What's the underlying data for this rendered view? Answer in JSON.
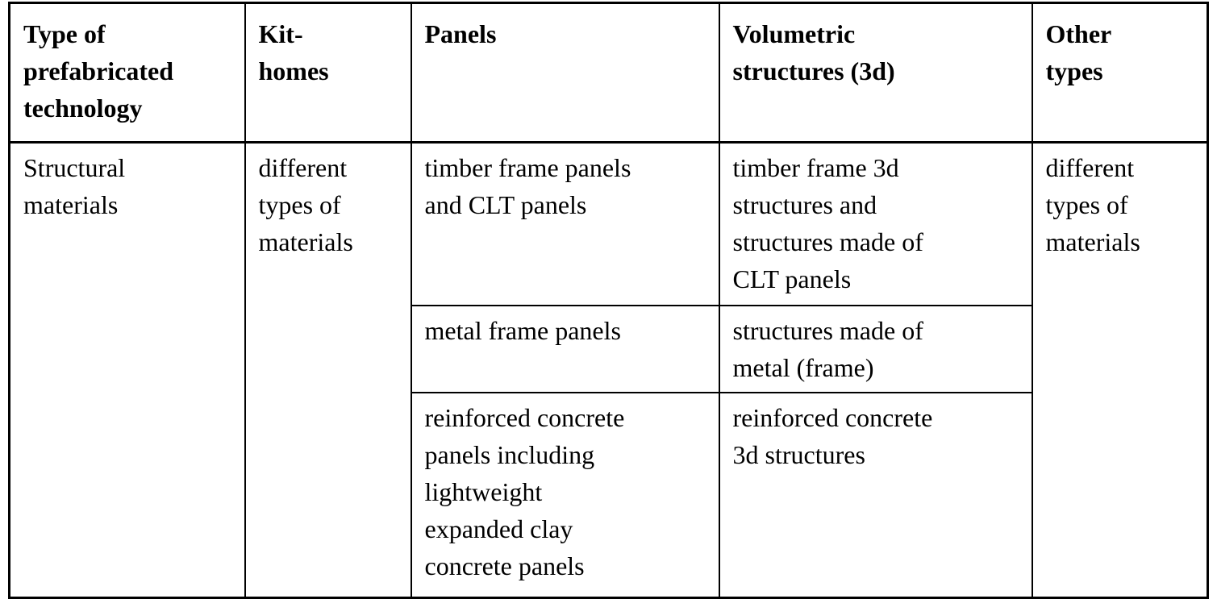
{
  "page": {
    "background_color": "#ffffff",
    "text_color": "#000000",
    "border_color": "#000000"
  },
  "table": {
    "headers": [
      "Type of\nprefabricated\ntechnology",
      "Kit-\nhomes",
      "Panels",
      "Volumetric\nstructures (3d)",
      "Other\ntypes"
    ],
    "body": {
      "type_of_technology": "Structural\nmaterials",
      "kit_homes": "different\ntypes of\nmaterials",
      "panels": [
        "timber frame panels\nand CLT panels",
        "metal frame panels",
        "reinforced concrete\npanels including\nlightweight\nexpanded clay\nconcrete panels"
      ],
      "volumetric_structures": [
        "timber frame 3d\nstructures and\nstructures made of\nCLT panels",
        "structures made of\nmetal (frame)",
        "reinforced concrete\n3d structures"
      ],
      "other_types": "different\ntypes of\nmaterials"
    }
  }
}
